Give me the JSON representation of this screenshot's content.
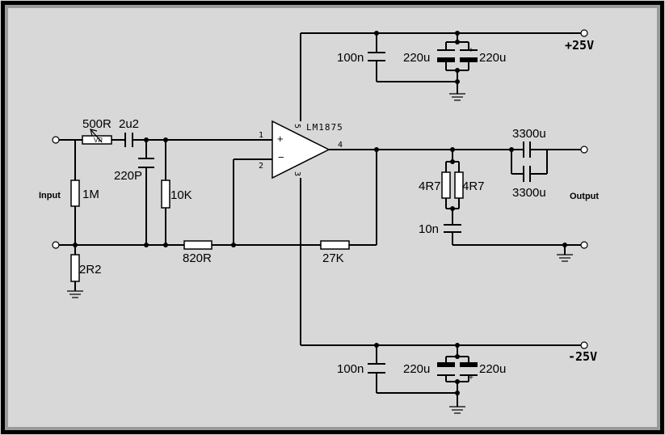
{
  "components": {
    "pot": "500R",
    "pot_mark": "VR",
    "c_in": "2u2",
    "c_filter": "220P",
    "r_in_bias": "1M",
    "r_in_gnd": "2R2",
    "r_bias": "10K",
    "r_gain_gnd": "820R",
    "r_feedback": "27K",
    "r_zobel_a": "4R7",
    "r_zobel_b": "4R7",
    "c_zobel": "10n",
    "c_out_a": "3300u",
    "c_out_b": "3300u",
    "pos_c_small": "100n",
    "pos_c_elec_a": "220u",
    "pos_c_elec_b": "220u",
    "neg_c_small": "100n",
    "neg_c_elec_a": "220u",
    "neg_c_elec_b": "220u"
  },
  "chip": {
    "name": "LM1875",
    "pin_in_plus": "1",
    "pin_in_minus": "2",
    "pin_out": "4",
    "pin_vplus": "5",
    "pin_vminus": "3",
    "plus_sign": "+",
    "minus_sign": "−"
  },
  "rails": {
    "positive": "+25V",
    "negative": "-25V"
  },
  "ports": {
    "input": "Input",
    "output": "Output"
  },
  "polarity_mark": "+"
}
